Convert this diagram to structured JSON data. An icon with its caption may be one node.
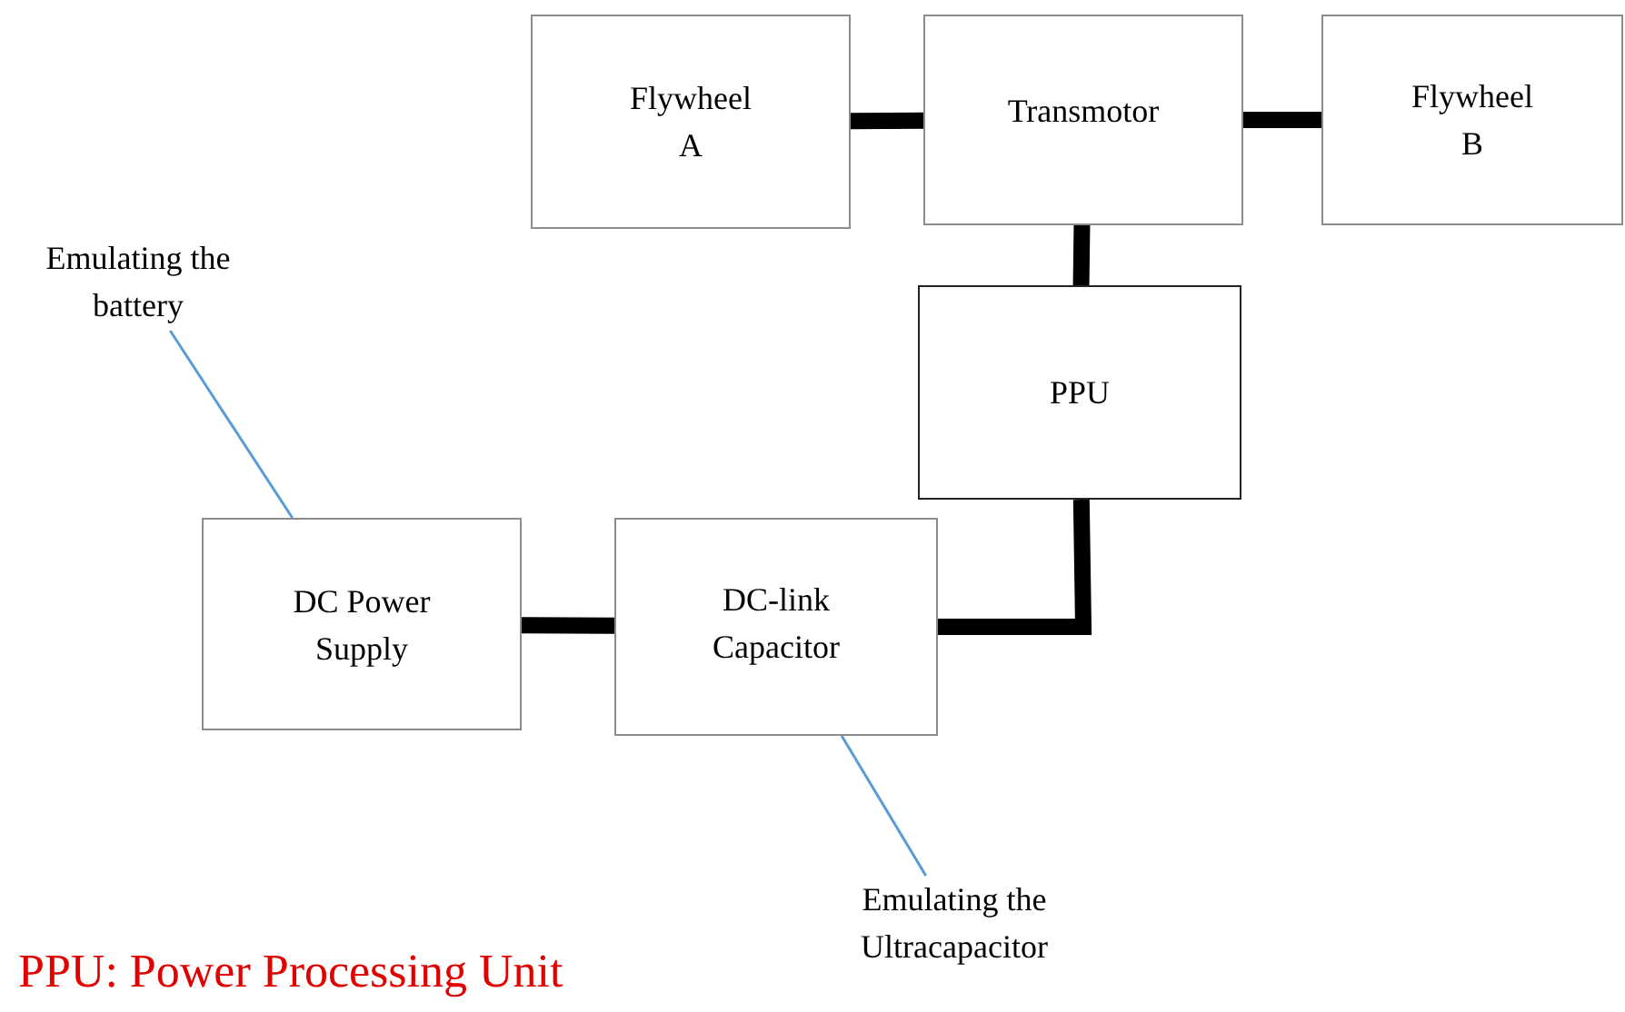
{
  "diagram": {
    "nodes": [
      {
        "text": [
          "Flywheel A"
        ]
      },
      {
        "text": [
          "Transmotor"
        ]
      },
      {
        "text": [
          "Flywheel B"
        ]
      },
      {
        "text": [
          "PPU"
        ]
      },
      {
        "text": [
          "DC Power Supply"
        ]
      },
      {
        "text": [
          "DC-link Capacitor"
        ]
      },
      {
        "text": [
          "Emulating the battery"
        ]
      },
      {
        "text": [
          "Emulating the Ultracapacitor"
        ]
      }
    ],
    "edges": [
      {
        "from": 0,
        "to": 1,
        "arrow": "none"
      },
      {
        "from": 1,
        "to": 2,
        "arrow": "none"
      },
      {
        "from": 1,
        "to": 3,
        "arrow": "none"
      },
      {
        "from": 3,
        "to": 5,
        "arrow": "none"
      },
      {
        "from": 4,
        "to": 5,
        "arrow": "none"
      },
      {
        "from": 6,
        "to": 4,
        "arrow": "none",
        "color": "#5b9bd5"
      },
      {
        "from": 7,
        "to": 5,
        "arrow": "none",
        "color": "#5b9bd5"
      }
    ],
    "labels": [
      "PPU: Power Processing Unit"
    ]
  }
}
